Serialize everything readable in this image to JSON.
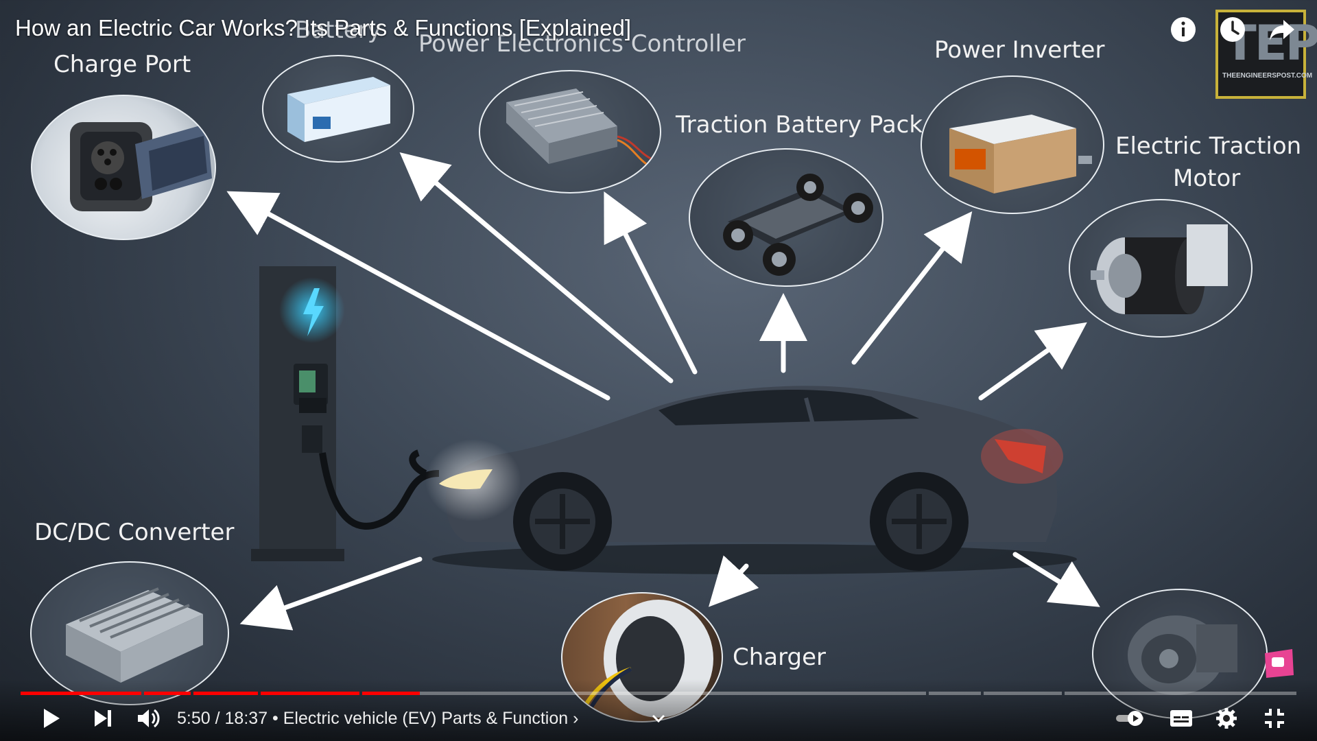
{
  "video": {
    "title": "How an Electric Car Works? Its Parts & Functions [Explained]"
  },
  "top_icons": [
    "info-icon",
    "watch-later-icon",
    "share-icon"
  ],
  "logo": {
    "text": "TEP",
    "subtext": "THEENGINEERSPOST.COM"
  },
  "labels": {
    "charge_port": "Charge Port",
    "battery": "Battery",
    "pec": "Power Electronics Controller",
    "traction_battery": "Traction Battery Pack",
    "power_inverter": "Power Inverter",
    "traction_motor_line1": "Electric Traction",
    "traction_motor_line2": "Motor",
    "dcdc": "DC/DC Converter",
    "charger": "Charger"
  },
  "player": {
    "current_time": "5:50",
    "duration": "18:37",
    "chapter": "Electric vehicle (EV) Parts & Function",
    "progress_fraction": 0.313
  },
  "colors": {
    "progress_played": "#ff0000",
    "logo_border": "#c8b23a"
  }
}
